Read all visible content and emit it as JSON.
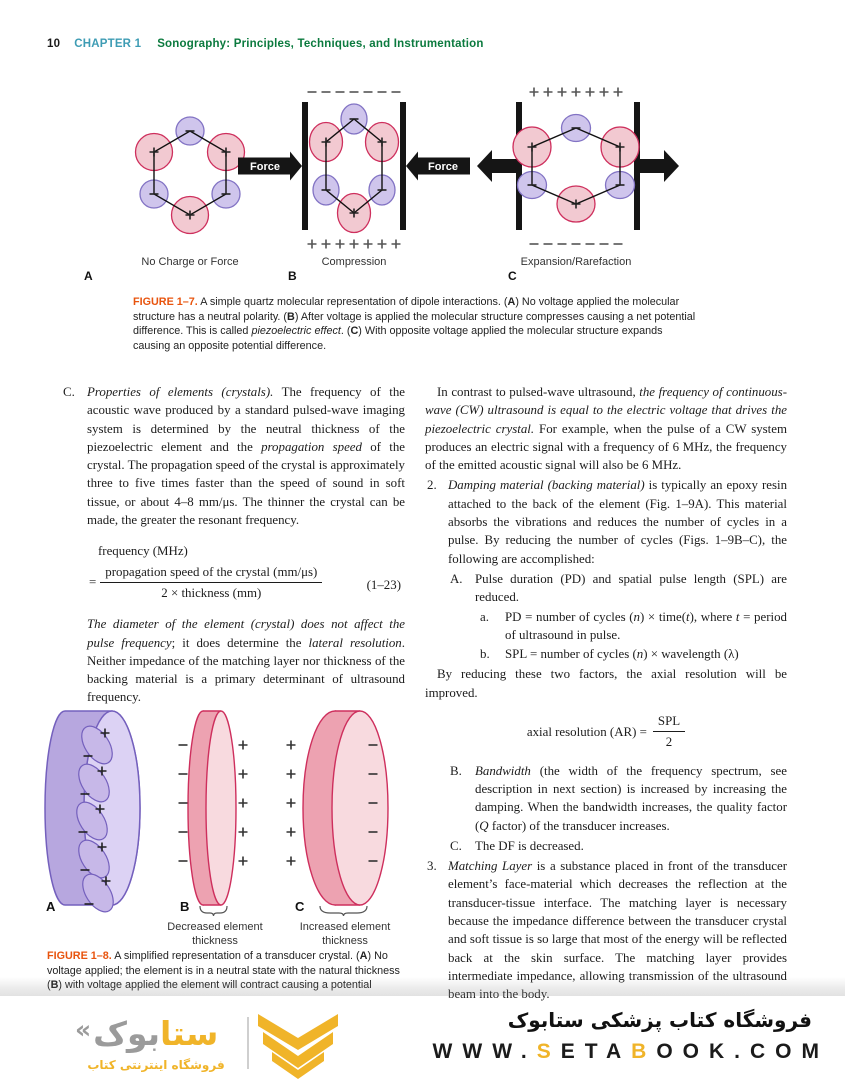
{
  "header": {
    "page_number": "10",
    "chapter": "CHAPTER 1",
    "title": "Sonography: Principles, Techniques, and Instrumentation"
  },
  "fig7": {
    "force_label": "Force",
    "label_a": "No Charge or Force",
    "label_b": "Compression",
    "label_c": "Expansion/Rarefaction",
    "letter_a": "A",
    "letter_b": "B",
    "letter_c": "C",
    "caption_label": "FIGURE 1–7.",
    "caption_segments": [
      {
        "t": " A simple quartz molecular representation of dipole interactions. ("
      },
      {
        "t": "A",
        "b": true
      },
      {
        "t": ") No voltage applied the molecular structure has a neutral polarity. ("
      },
      {
        "t": "B",
        "b": true
      },
      {
        "t": ") After voltage is applied the molecular structure compresses causing a net potential difference. This is called "
      },
      {
        "t": "piezoelectric effect",
        "i": true
      },
      {
        "t": ". ("
      },
      {
        "t": "C",
        "b": true
      },
      {
        "t": ") With opposite voltage applied the molecular structure expands causing an opposite potential difference."
      }
    ]
  },
  "left_column": {
    "item_c_marker": "C.",
    "item_c_segments": [
      {
        "t": "Properties of elements (crystals).",
        "i": true
      },
      {
        "t": " The frequency of the acoustic wave produced by a standard pulsed-wave imaging system is determined by the neutral thickness of the piezoelectric element and the "
      },
      {
        "t": "propagation speed",
        "i": true
      },
      {
        "t": " of the crystal. The propagation speed of the crystal is approximately three to five times faster than the speed of sound in soft tissue, or about 4–8 mm/μs. The thinner the crystal can be made, the greater the resonant frequency."
      }
    ],
    "eq23": {
      "line1": "frequency (MHz)",
      "equals": "=",
      "numerator": "propagation speed of the crystal (mm/μs)",
      "denominator": "2 × thickness (mm)",
      "tag": "(1–23)"
    },
    "note_segments": [
      {
        "t": "The diameter of the element (crystal) does not affect the pulse frequency",
        "i": true
      },
      {
        "t": "; it does determine the "
      },
      {
        "t": "lateral resolution",
        "i": true
      },
      {
        "t": ". Neither impedance of the matching layer nor thickness of the backing material is a primary determinant of ultrasound frequency."
      }
    ]
  },
  "right_column": {
    "para1_segments": [
      {
        "t": "In contrast to pulsed-wave ultrasound, "
      },
      {
        "t": "the frequency of continuous-wave (CW) ultrasound is equal to the electric voltage that drives the piezoelectric crystal.",
        "i": true
      },
      {
        "t": " For example, when the pulse of a CW system produces an electric signal with a frequency of 6 MHz, the frequency of the emitted acoustic signal will also be 6 MHz."
      }
    ],
    "item2_marker": "2.",
    "item2_segments": [
      {
        "t": "Damping material (backing material)",
        "i": true
      },
      {
        "t": " is typically an epoxy resin attached to the back of the element (Fig. 1–9A). This material absorbs the vibrations and reduces the number of cycles in a pulse. By reducing the number of cycles (Figs. 1–9B–C), the following are accomplished:"
      }
    ],
    "subA_marker": "A.",
    "subA_text": "Pulse duration (PD) and spatial pulse length (SPL) are reduced.",
    "suba_marker": "a.",
    "suba_segments": [
      {
        "t": "PD = number of cycles ("
      },
      {
        "t": "n",
        "i": true
      },
      {
        "t": ") × time("
      },
      {
        "t": "t",
        "i": true
      },
      {
        "t": "), where "
      },
      {
        "t": "t",
        "i": true
      },
      {
        "t": " = period of ultrasound in pulse."
      }
    ],
    "subb_marker": "b.",
    "subb_segments": [
      {
        "t": "SPL = number of cycles ("
      },
      {
        "t": "n",
        "i": true
      },
      {
        "t": ") × wavelength (λ)"
      }
    ],
    "bridge_text": "By reducing these two factors, the axial resolution will be improved.",
    "eqAR": {
      "lhs": "axial resolution (AR) =",
      "numerator": "SPL",
      "denominator": "2"
    },
    "subB_marker": "B.",
    "subB_segments": [
      {
        "t": "Bandwidth",
        "i": true
      },
      {
        "t": " (the width of the frequency spectrum, see description in next section) is increased by increasing the damping. When the bandwidth increases, the quality factor ("
      },
      {
        "t": "Q",
        "i": true
      },
      {
        "t": " factor) of the transducer increases."
      }
    ],
    "subC_marker": "C.",
    "subC_text": "The DF is decreased.",
    "item3_marker": "3.",
    "item3_segments": [
      {
        "t": "Matching Layer",
        "i": true
      },
      {
        "t": " is a substance placed in front of the transducer element’s face-material which decreases the reflection at the transducer-tissue interface. The matching layer is necessary because the impedance difference between the transducer crystal and soft tissue is so large that most of the energy will be reflected back at the skin surface. The matching layer provides intermediate impedance, allowing transmission of the ultrasound beam into the body."
      }
    ]
  },
  "fig8": {
    "letter_a": "A",
    "letter_b": "B",
    "letter_c": "C",
    "label_b": "Decreased element thickness",
    "label_c": "Increased element thickness",
    "caption_label": "FIGURE 1–8.",
    "caption_segments": [
      {
        "t": " A simplified representation of a transducer crystal. ("
      },
      {
        "t": "A",
        "b": true
      },
      {
        "t": ") No voltage applied; the element is in a neutral state with the natural thickness ("
      },
      {
        "t": "B",
        "b": true
      },
      {
        "t": ") with voltage applied the element will contract causing a potential"
      }
    ]
  },
  "footer": {
    "accent_color": "#F0B429",
    "logo_guillemet": "«",
    "logo_text_gray": "بوک",
    "logo_text_accent": "ستا",
    "logo_subtitle": "فروشگاه اینترنتی کتاب",
    "store_title": "فروشگاه کتاب پزشکی ستابوک",
    "url": {
      "p1": "WWW.",
      "p2": "S",
      "p3": "ETA",
      "p4": "B",
      "p5": "OOK.COM"
    }
  }
}
